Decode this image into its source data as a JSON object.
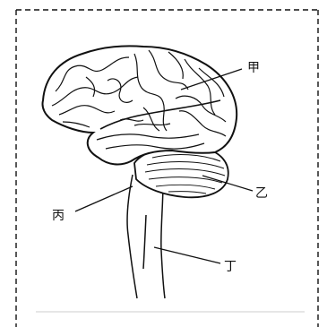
{
  "labels": {
    "jia": "甲",
    "yi": "乙",
    "bing": "丙",
    "ding": "丁"
  }
}
